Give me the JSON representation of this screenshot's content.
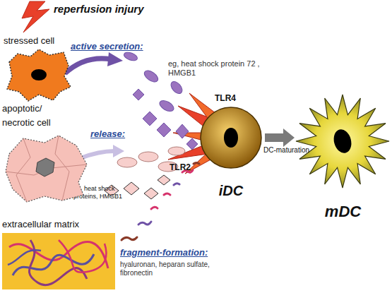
{
  "diagram": {
    "nodes": [
      {
        "text": [
          "stressed cell"
        ]
      },
      {
        "text": [
          "apoptotic/ necrotic cell"
        ]
      },
      {
        "text": [
          "extracellular matrix"
        ]
      },
      {
        "text": [
          "iDC"
        ]
      },
      {
        "text": [
          "mDC"
        ]
      }
    ],
    "edges": [
      {
        "from": 3,
        "to": 4,
        "label": "DC-maturation",
        "arrow": "to"
      }
    ],
    "labels": [
      "reperfusion injury",
      "active secretion:",
      "eg, heat shock protein 72 , HMGB1",
      "release:",
      "eg, heat shock proteins, HMGB1",
      "fragment-formation:",
      "hyaluronan, heparan sulfate, fibronectin",
      "TLR4",
      "TLR2"
    ]
  }
}
